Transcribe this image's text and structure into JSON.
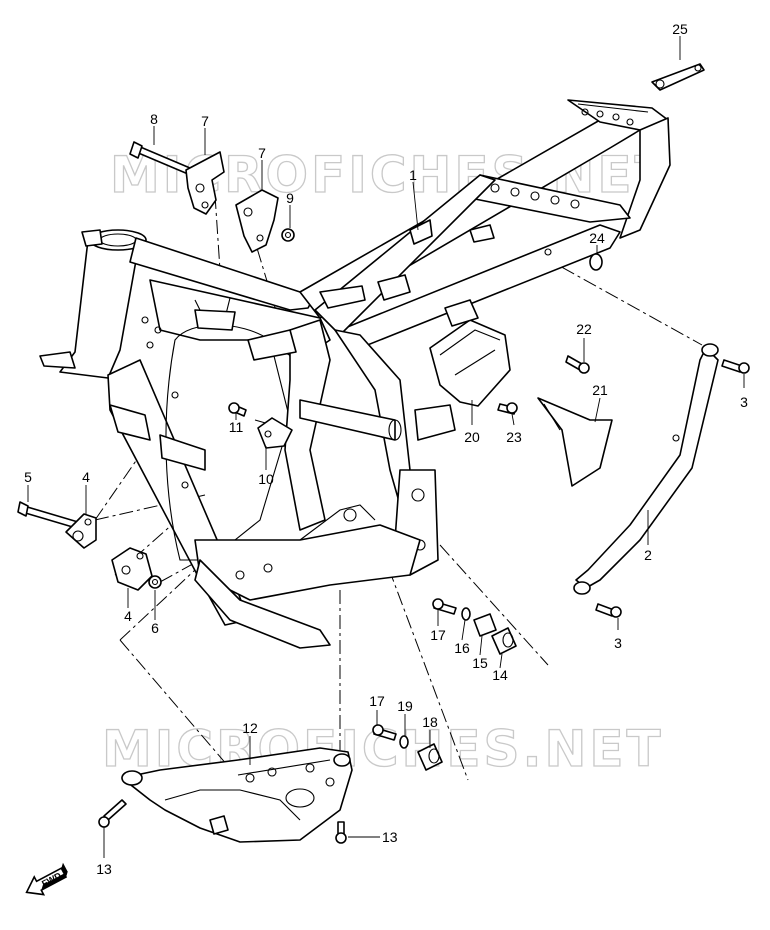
{
  "watermark": "MICROFICHES.NET",
  "fwd_label": "FWD",
  "callouts": [
    {
      "id": "c25",
      "label": "25"
    },
    {
      "id": "c1",
      "label": "1"
    },
    {
      "id": "c8",
      "label": "8"
    },
    {
      "id": "c7a",
      "label": "7"
    },
    {
      "id": "c7b",
      "label": "7"
    },
    {
      "id": "c9",
      "label": "9"
    },
    {
      "id": "c24",
      "label": "24"
    },
    {
      "id": "c22",
      "label": "22"
    },
    {
      "id": "c21",
      "label": "21"
    },
    {
      "id": "c3a",
      "label": "3"
    },
    {
      "id": "c11",
      "label": "11"
    },
    {
      "id": "c10",
      "label": "10"
    },
    {
      "id": "c20",
      "label": "20"
    },
    {
      "id": "c23",
      "label": "23"
    },
    {
      "id": "c5",
      "label": "5"
    },
    {
      "id": "c4a",
      "label": "4"
    },
    {
      "id": "c4b",
      "label": "4"
    },
    {
      "id": "c6",
      "label": "6"
    },
    {
      "id": "c2",
      "label": "2"
    },
    {
      "id": "c3b",
      "label": "3"
    },
    {
      "id": "c17a",
      "label": "17"
    },
    {
      "id": "c16",
      "label": "16"
    },
    {
      "id": "c15",
      "label": "15"
    },
    {
      "id": "c14",
      "label": "14"
    },
    {
      "id": "c12",
      "label": "12"
    },
    {
      "id": "c17b",
      "label": "17"
    },
    {
      "id": "c19",
      "label": "19"
    },
    {
      "id": "c18",
      "label": "18"
    },
    {
      "id": "c13a",
      "label": "13"
    },
    {
      "id": "c13b",
      "label": "13"
    }
  ]
}
